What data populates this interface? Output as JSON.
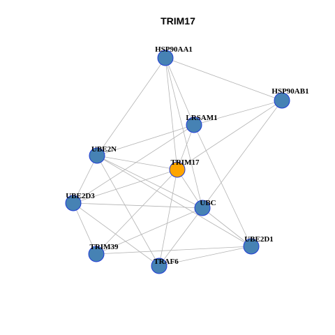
{
  "graph": {
    "title": "TRIM17",
    "colors": {
      "node_fill": "#4682b4",
      "query_node_fill": "#ffa500",
      "node_border": "#1f3bd6",
      "edge": "#b3b3b3"
    },
    "nodes": [
      {
        "id": "HSP90AA1",
        "label": "HSP90AA1",
        "query": false
      },
      {
        "id": "HSP90AB1",
        "label": "HSP90AB1",
        "query": false
      },
      {
        "id": "LRSAM1",
        "label": "LRSAM1",
        "query": false
      },
      {
        "id": "UBE2N",
        "label": "UBE2N",
        "query": false
      },
      {
        "id": "TRIM17",
        "label": "TRIM17",
        "query": true
      },
      {
        "id": "UBE2D3",
        "label": "UBE2D3",
        "query": false
      },
      {
        "id": "UBC",
        "label": "UBC",
        "query": false
      },
      {
        "id": "UBE2D1",
        "label": "UBE2D1",
        "query": false
      },
      {
        "id": "TRIM39",
        "label": "TRIM39",
        "query": false
      },
      {
        "id": "TRAF6",
        "label": "TRAF6",
        "query": false
      }
    ],
    "edges": [
      [
        "HSP90AA1",
        "HSP90AB1"
      ],
      [
        "HSP90AA1",
        "LRSAM1"
      ],
      [
        "HSP90AA1",
        "TRIM17"
      ],
      [
        "HSP90AA1",
        "UBE2N"
      ],
      [
        "HSP90AA1",
        "UBC"
      ],
      [
        "HSP90AB1",
        "LRSAM1"
      ],
      [
        "HSP90AB1",
        "TRIM17"
      ],
      [
        "HSP90AB1",
        "UBC"
      ],
      [
        "LRSAM1",
        "TRIM17"
      ],
      [
        "LRSAM1",
        "UBE2N"
      ],
      [
        "LRSAM1",
        "UBE2D3"
      ],
      [
        "LRSAM1",
        "UBE2D1"
      ],
      [
        "UBE2N",
        "TRIM17"
      ],
      [
        "UBE2N",
        "UBC"
      ],
      [
        "UBE2N",
        "UBE2D3"
      ],
      [
        "UBE2N",
        "TRAF6"
      ],
      [
        "UBE2N",
        "UBE2D1"
      ],
      [
        "TRIM17",
        "UBC"
      ],
      [
        "TRIM17",
        "UBE2D3"
      ],
      [
        "TRIM17",
        "TRIM39"
      ],
      [
        "TRIM17",
        "TRAF6"
      ],
      [
        "UBE2D3",
        "UBC"
      ],
      [
        "UBE2D3",
        "TRIM39"
      ],
      [
        "UBE2D3",
        "TRAF6"
      ],
      [
        "UBC",
        "TRIM39"
      ],
      [
        "UBC",
        "TRAF6"
      ],
      [
        "UBC",
        "UBE2D1"
      ],
      [
        "TRIM39",
        "UBE2D1"
      ],
      [
        "TRAF6",
        "UBE2D1"
      ]
    ]
  }
}
